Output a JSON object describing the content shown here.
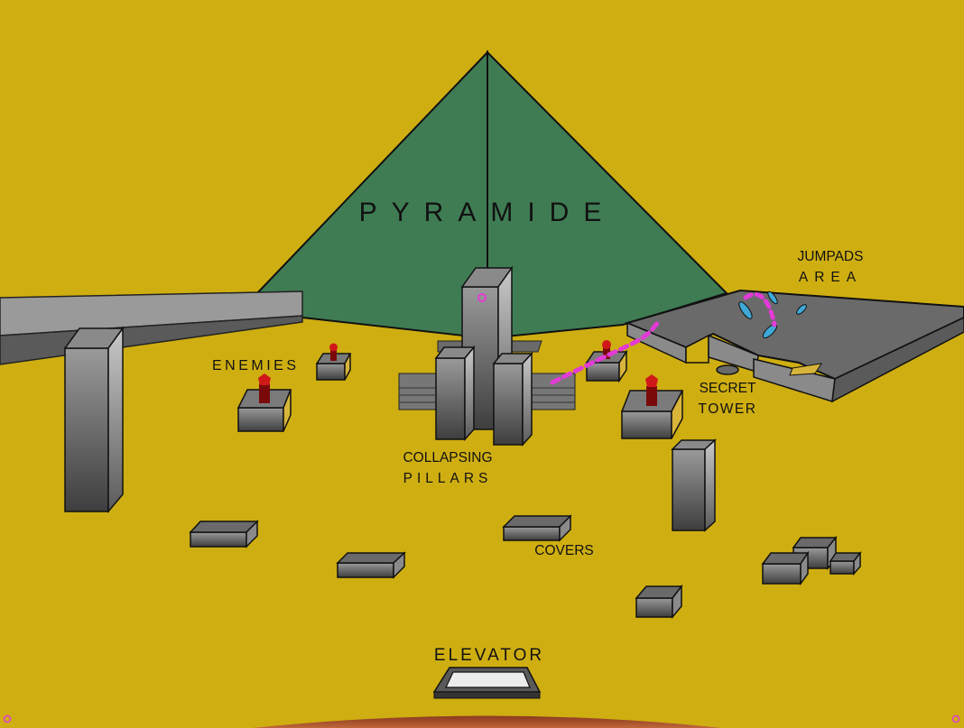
{
  "map": {
    "title": "PYRAMIDE",
    "labels": {
      "enemies": "ENEMIES",
      "collapsing_1": "COLLAPSING",
      "collapsing_2": "PILLARS",
      "jumpads_1": "JUMPADS",
      "jumpads_2": "AREA",
      "secret_1": "SECRET",
      "secret_2": "TOWER",
      "covers": "COVERS",
      "elevator": "ELEVATOR"
    },
    "colors": {
      "ground": "#cfae12",
      "pyramid": "#3f7c54",
      "path_marker": "#e23bd6",
      "jumpad": "#3fa9d6",
      "enemy": "#b01010"
    }
  }
}
